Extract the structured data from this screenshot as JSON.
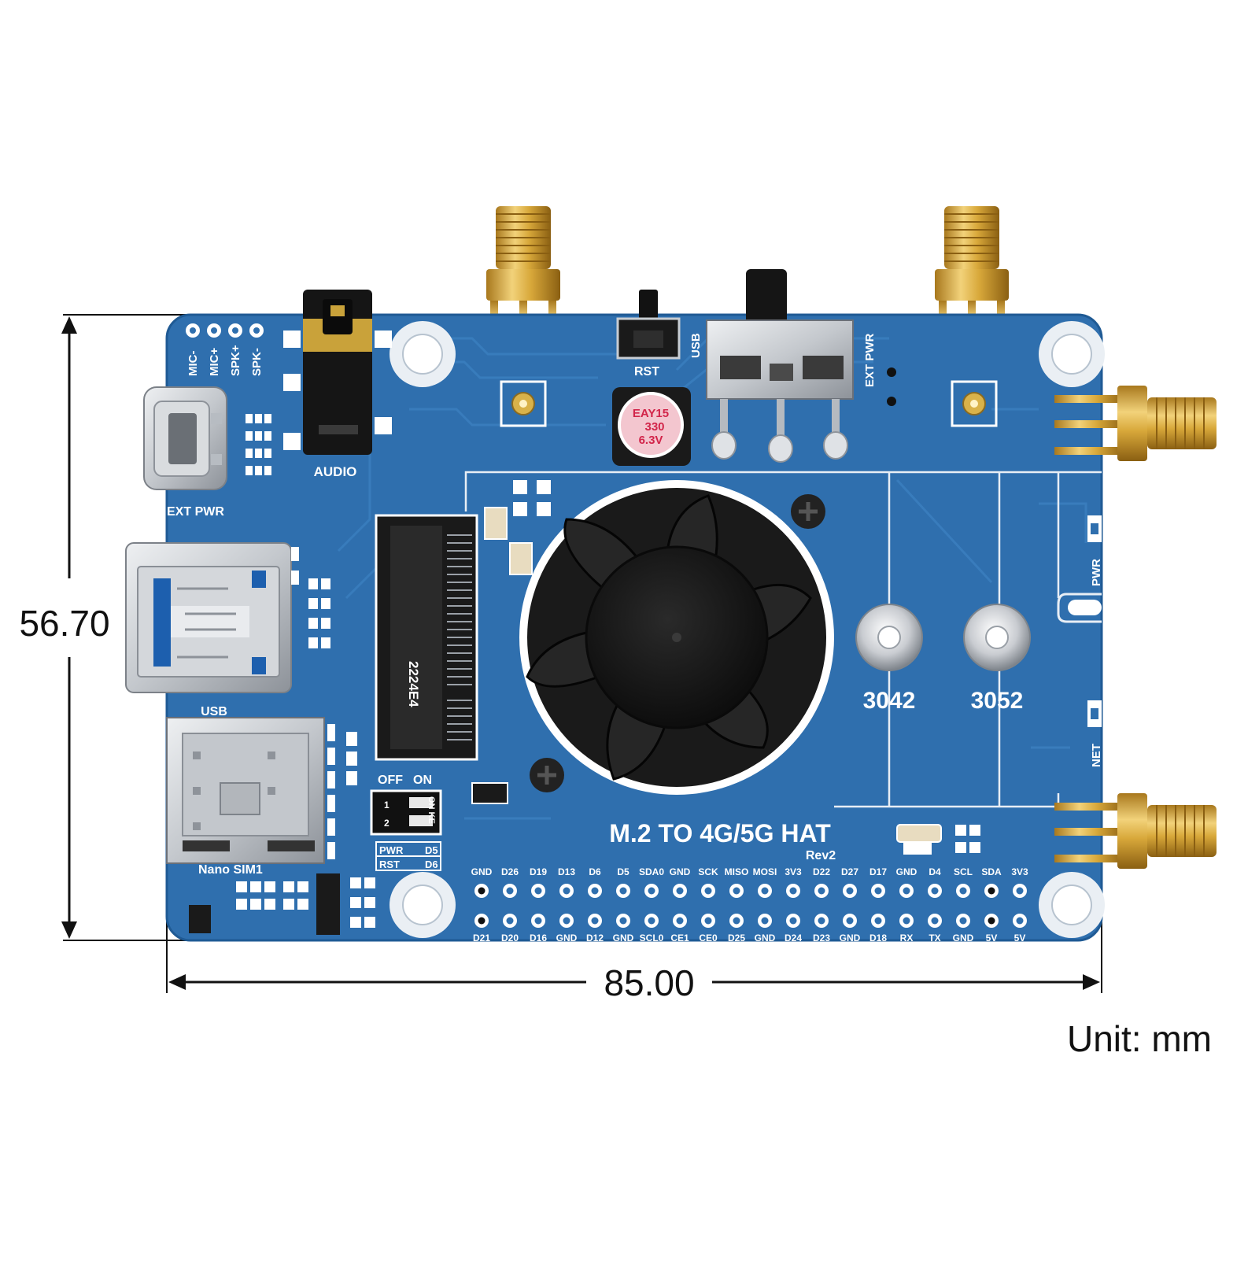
{
  "dimensions": {
    "height": "56.70",
    "width": "85.00",
    "unit": "Unit: mm"
  },
  "board": {
    "title": "M.2 TO 4G/5G HAT",
    "revision": "Rev2",
    "colors": {
      "pcb": "#2f6fae",
      "pcb_dark": "#245d97",
      "gold": "#d8a83a",
      "silver": "#c9ccd1"
    }
  },
  "labels": {
    "mic_minus": "MIC-",
    "mic_plus": "MIC+",
    "spk_plus": "SPK+",
    "spk_minus": "SPK-",
    "ext_pwr_left": "EXT PWR",
    "audio": "AUDIO",
    "rst": "RST",
    "usb_top": "USB",
    "ext_pwr_top": "EXT PWR",
    "usb_left": "USB",
    "nano_sim": "Nano SIM1",
    "mount_3042": "3042",
    "mount_3052": "3052",
    "pwr_led": "PWR",
    "net_led": "NET",
    "dip_off": "OFF",
    "dip_on": "ON",
    "dip_table_r1c1": "PWR",
    "dip_table_r1c2": "D5",
    "dip_table_r2c1": "RST",
    "dip_table_r2c2": "D6",
    "dip_switch_mark": "ON KE",
    "dip_num_1": "1",
    "dip_num_2": "2",
    "cap_line1": "EAY15",
    "cap_line2": "330",
    "cap_line3": "6.3V",
    "m2_text1": "2224E4"
  },
  "gpio": {
    "top": [
      "GND",
      "D26",
      "D19",
      "D13",
      "D6",
      "D5",
      "SDA0",
      "GND",
      "SCK",
      "MISO",
      "MOSI",
      "3V3",
      "D22",
      "D27",
      "D17",
      "GND",
      "D4",
      "SCL",
      "SDA",
      "3V3"
    ],
    "bottom": [
      "D21",
      "D20",
      "D16",
      "GND",
      "D12",
      "GND",
      "SCL0",
      "CE1",
      "CE0",
      "D25",
      "GND",
      "D24",
      "D23",
      "GND",
      "D18",
      "RX",
      "TX",
      "GND",
      "5V",
      "5V"
    ]
  }
}
